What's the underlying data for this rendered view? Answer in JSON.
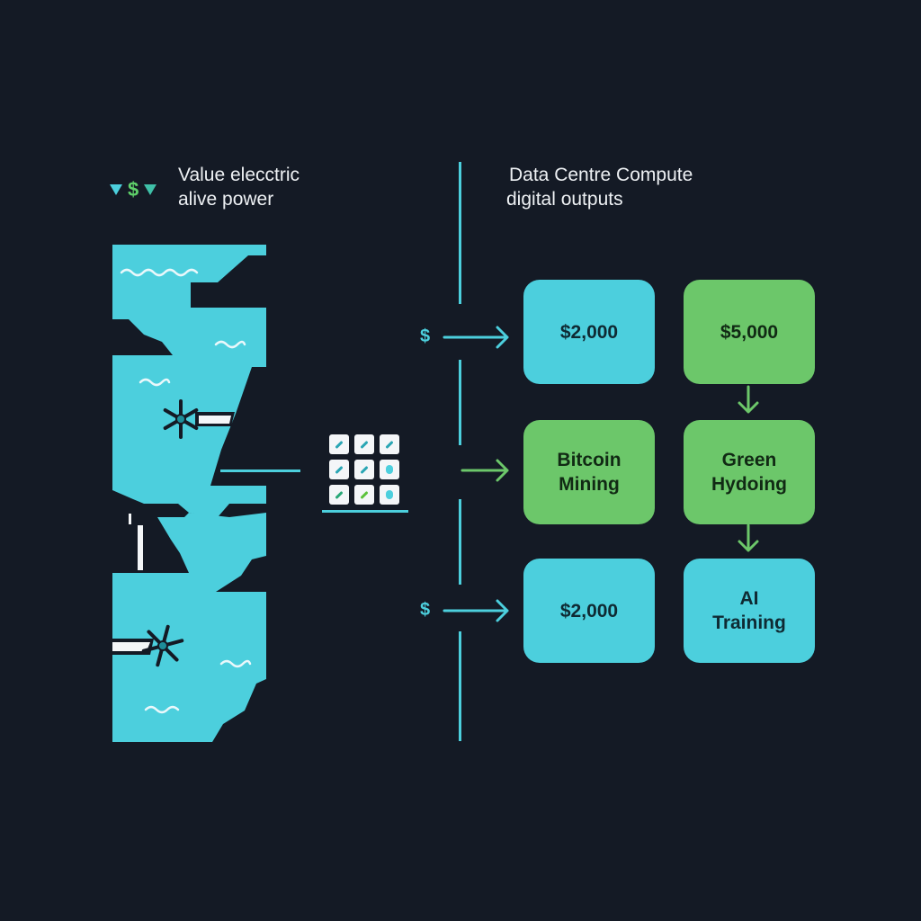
{
  "left_panel": {
    "title_line1": "Value elecctric",
    "title_line2": "alive power",
    "icons": [
      "triangle-down-icon",
      "dollar-icon",
      "triangle-down-icon"
    ],
    "dollar_symbol": "$"
  },
  "right_panel": {
    "title_line1": "Data Centre Compute",
    "title_line2": "digital outputs"
  },
  "inputs": [
    {
      "symbol": "$"
    },
    {
      "symbol": ""
    },
    {
      "symbol": "$"
    }
  ],
  "boxes": [
    {
      "line1": "$2,000",
      "line2": "",
      "color": "#4ccfdd"
    },
    {
      "line1": "$5,000",
      "line2": "",
      "color": "#6cc76a"
    },
    {
      "line1": "Bitcoin",
      "line2": "Mining",
      "color": "#6cc76a"
    },
    {
      "line1": "Green",
      "line2": "Hydoing",
      "color": "#6cc76a"
    },
    {
      "line1": "$2,000",
      "line2": "",
      "color": "#4ccfdd"
    },
    {
      "line1": "AI",
      "line2": "Training",
      "color": "#4ccfdd"
    }
  ],
  "colors": {
    "background": "#141a25",
    "water": "#4ccfdd",
    "accent_green": "#6cc76a",
    "text": "#eef1f4"
  }
}
